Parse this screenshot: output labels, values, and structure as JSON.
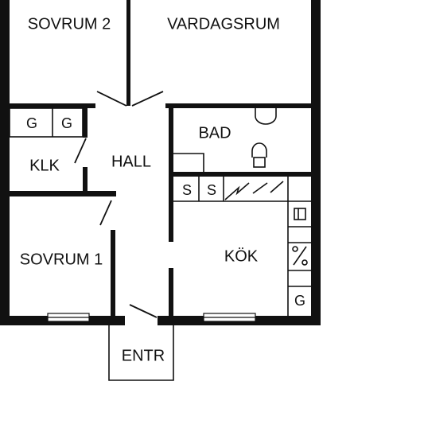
{
  "colors": {
    "wall": "#111111",
    "background": "#ffffff"
  },
  "rooms": {
    "sovrum2": "SOVRUM 2",
    "vardagsrum": "VARDAGSRUM",
    "bad": "BAD",
    "klk": "KLK",
    "hall": "HALL",
    "sovrum1": "SOVRUM 1",
    "kok": "KÖK",
    "entr": "ENTR"
  },
  "fixtures": {
    "wardrobe_1": "G",
    "wardrobe_2": "G",
    "storage_1": "S",
    "storage_2": "S",
    "kitchen_unit": "G"
  },
  "icons": {
    "toilet": "toilet-icon",
    "sink": "sink-icon",
    "stove": "stove-icon",
    "fridge_freezer": "fridge-freezer-icon",
    "window": "window-icon",
    "door_swing": "door-swing-icon"
  }
}
